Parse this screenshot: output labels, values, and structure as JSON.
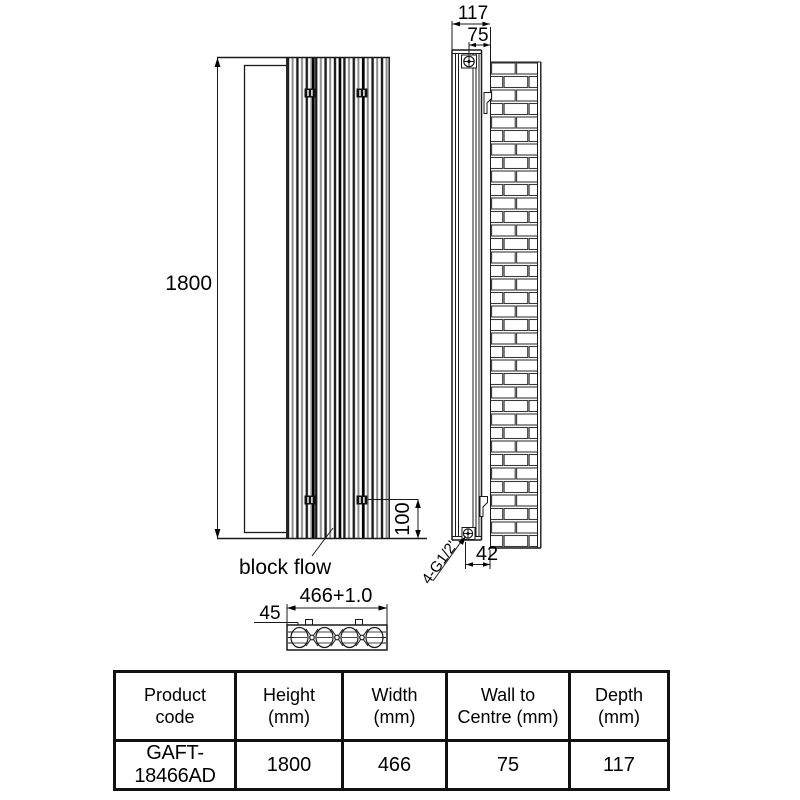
{
  "front_view": {
    "height_dim": "1800",
    "bottom_bracket_dim": "100",
    "flow_label": "block flow"
  },
  "top_view": {
    "width_dim": "466+1.0",
    "tab_dim": "45"
  },
  "side_view": {
    "depth_dim": "117",
    "wall_to_centre_dim": "75",
    "bottom_dim": "42",
    "connection_label": "4-G1/2'"
  },
  "spec_table": {
    "headers": [
      {
        "line1": "Product",
        "line2": "code"
      },
      {
        "line1": "Height",
        "line2": "(mm)"
      },
      {
        "line1": "Width",
        "line2": "(mm)"
      },
      {
        "line1": "Wall to",
        "line2": "Centre (mm)"
      },
      {
        "line1": "Depth",
        "line2": "(mm)"
      }
    ],
    "row": [
      "GAFT-18466AD",
      "1800",
      "466",
      "75",
      "117"
    ]
  }
}
